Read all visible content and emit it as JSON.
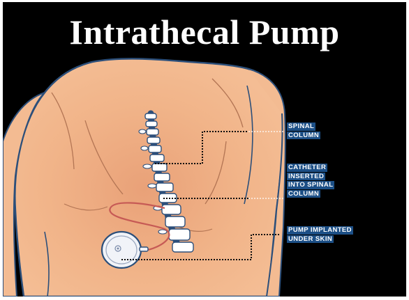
{
  "title": "Intrathecal Pump",
  "labels": {
    "spinal_column": [
      "SPINAL",
      "COLUMN"
    ],
    "catheter": [
      "CATHETER",
      "INSERTED",
      "INTO SPINAL",
      "COLUMN"
    ],
    "pump": [
      "PUMP IMPLANTED",
      "UNDER SKIN"
    ]
  },
  "colors": {
    "background": "#000000",
    "skin": "#f0b387",
    "skin_outline": "#2c4f7a",
    "label_bg": "#1c4f86",
    "catheter": "#c65a55",
    "spine": "#ffffff",
    "pump": "#f1f3f8"
  }
}
